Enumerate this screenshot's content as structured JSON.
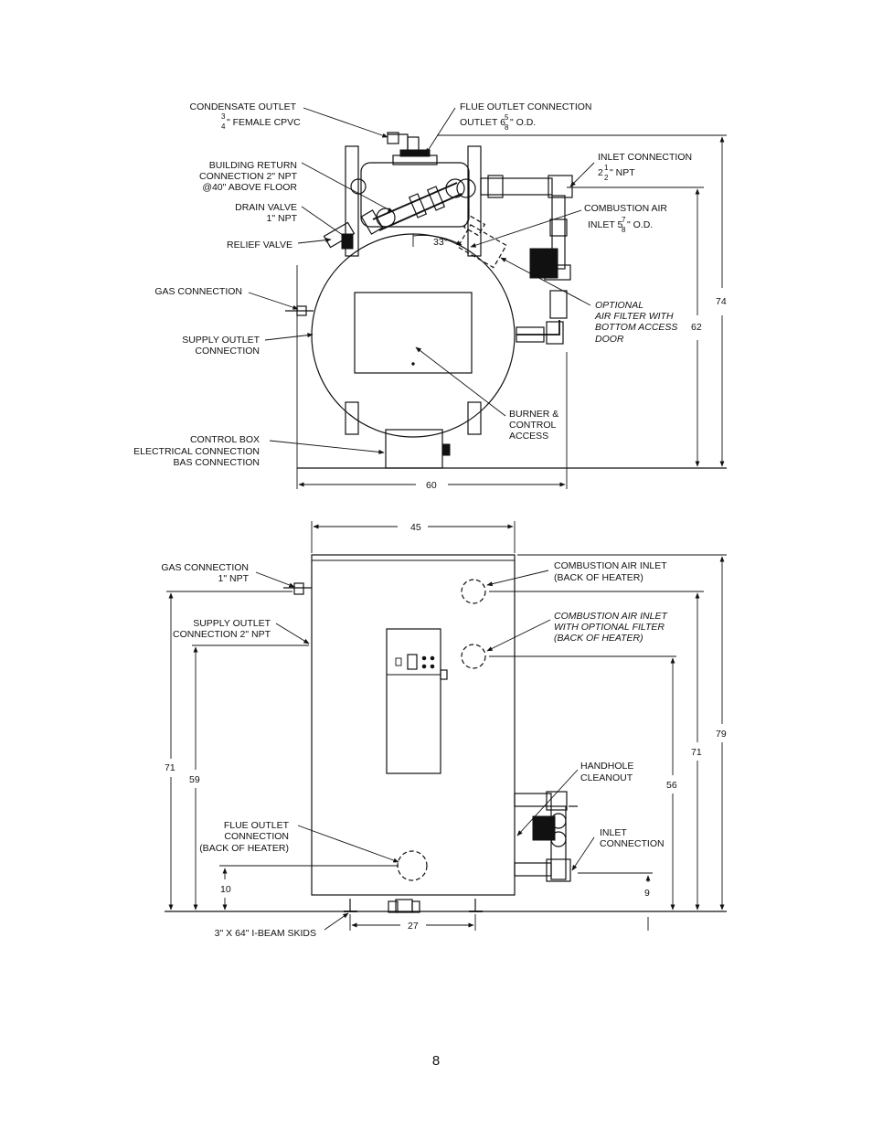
{
  "top_view": {
    "condensate_outlet": {
      "line1": "CONDENSATE OUTLET",
      "frac_num": "3",
      "frac_den": "4",
      "line2": "\" FEMALE CPVC"
    },
    "flue_outlet": {
      "line1": "FLUE OUTLET CONNECTION",
      "line2a": "OUTLET 6",
      "frac_num": "5",
      "frac_den": "8",
      "line2b": "\" O.D."
    },
    "building_return": {
      "line1": "BUILDING RETURN",
      "line2": "CONNECTION 2\" NPT",
      "line3": "@40\" ABOVE FLOOR"
    },
    "drain_valve": {
      "line1": "DRAIN VALVE",
      "line2": "1\" NPT"
    },
    "relief_valve": "RELIEF VALVE",
    "gas_connection": "GAS CONNECTION",
    "supply_outlet": {
      "line1": "SUPPLY OUTLET",
      "line2": "CONNECTION"
    },
    "control_box": {
      "line1": "CONTROL BOX",
      "line2": "ELECTRICAL CONNECTION",
      "line3": "BAS CONNECTION"
    },
    "inlet_connection": {
      "line1": "INLET CONNECTION",
      "whole": "2",
      "frac_num": "1",
      "frac_den": "2",
      "line2": "\" NPT"
    },
    "combustion_air": {
      "line1": "COMBUSTION AIR",
      "line2a": "INLET 5",
      "frac_num": "7",
      "frac_den": "8",
      "line2b": "\" O.D."
    },
    "optional_filter": {
      "line1": "OPTIONAL",
      "line2": "AIR FILTER WITH",
      "line3": "BOTTOM ACCESS",
      "line4": "DOOR"
    },
    "burner_access": {
      "line1": "BURNER &",
      "line2": "CONTROL",
      "line3": "ACCESS"
    },
    "dims": {
      "angle": "33°",
      "height_outer": "74",
      "height_inner": "62",
      "width": "60"
    }
  },
  "front_view": {
    "gas_connection": {
      "line1": "GAS CONNECTION",
      "line2": "1\" NPT"
    },
    "supply_outlet": {
      "line1": "SUPPLY OUTLET",
      "line2": "CONNECTION 2\" NPT"
    },
    "flue_outlet": {
      "line1": "FLUE OUTLET",
      "line2": "CONNECTION",
      "line3": "(BACK OF HEATER)"
    },
    "skids": "3\" X 64\" I-BEAM SKIDS",
    "combustion_air_inlet": {
      "line1": "COMBUSTION AIR INLET",
      "line2": "(BACK OF HEATER)"
    },
    "combustion_air_filter": {
      "line1": "COMBUSTION AIR INLET",
      "line2": "WITH OPTIONAL FILTER",
      "line3": "(BACK OF HEATER)"
    },
    "handhole": {
      "line1": "HANDHOLE",
      "line2": "CLEANOUT"
    },
    "inlet_connection": {
      "line1": "INLET",
      "line2": "CONNECTION"
    },
    "dims": {
      "width_top": "45",
      "width_skid": "27",
      "h71_left": "71",
      "h59": "59",
      "h10": "10",
      "h79": "79",
      "h71_right": "71",
      "h56": "56",
      "h9": "9"
    }
  },
  "page_number": "8"
}
